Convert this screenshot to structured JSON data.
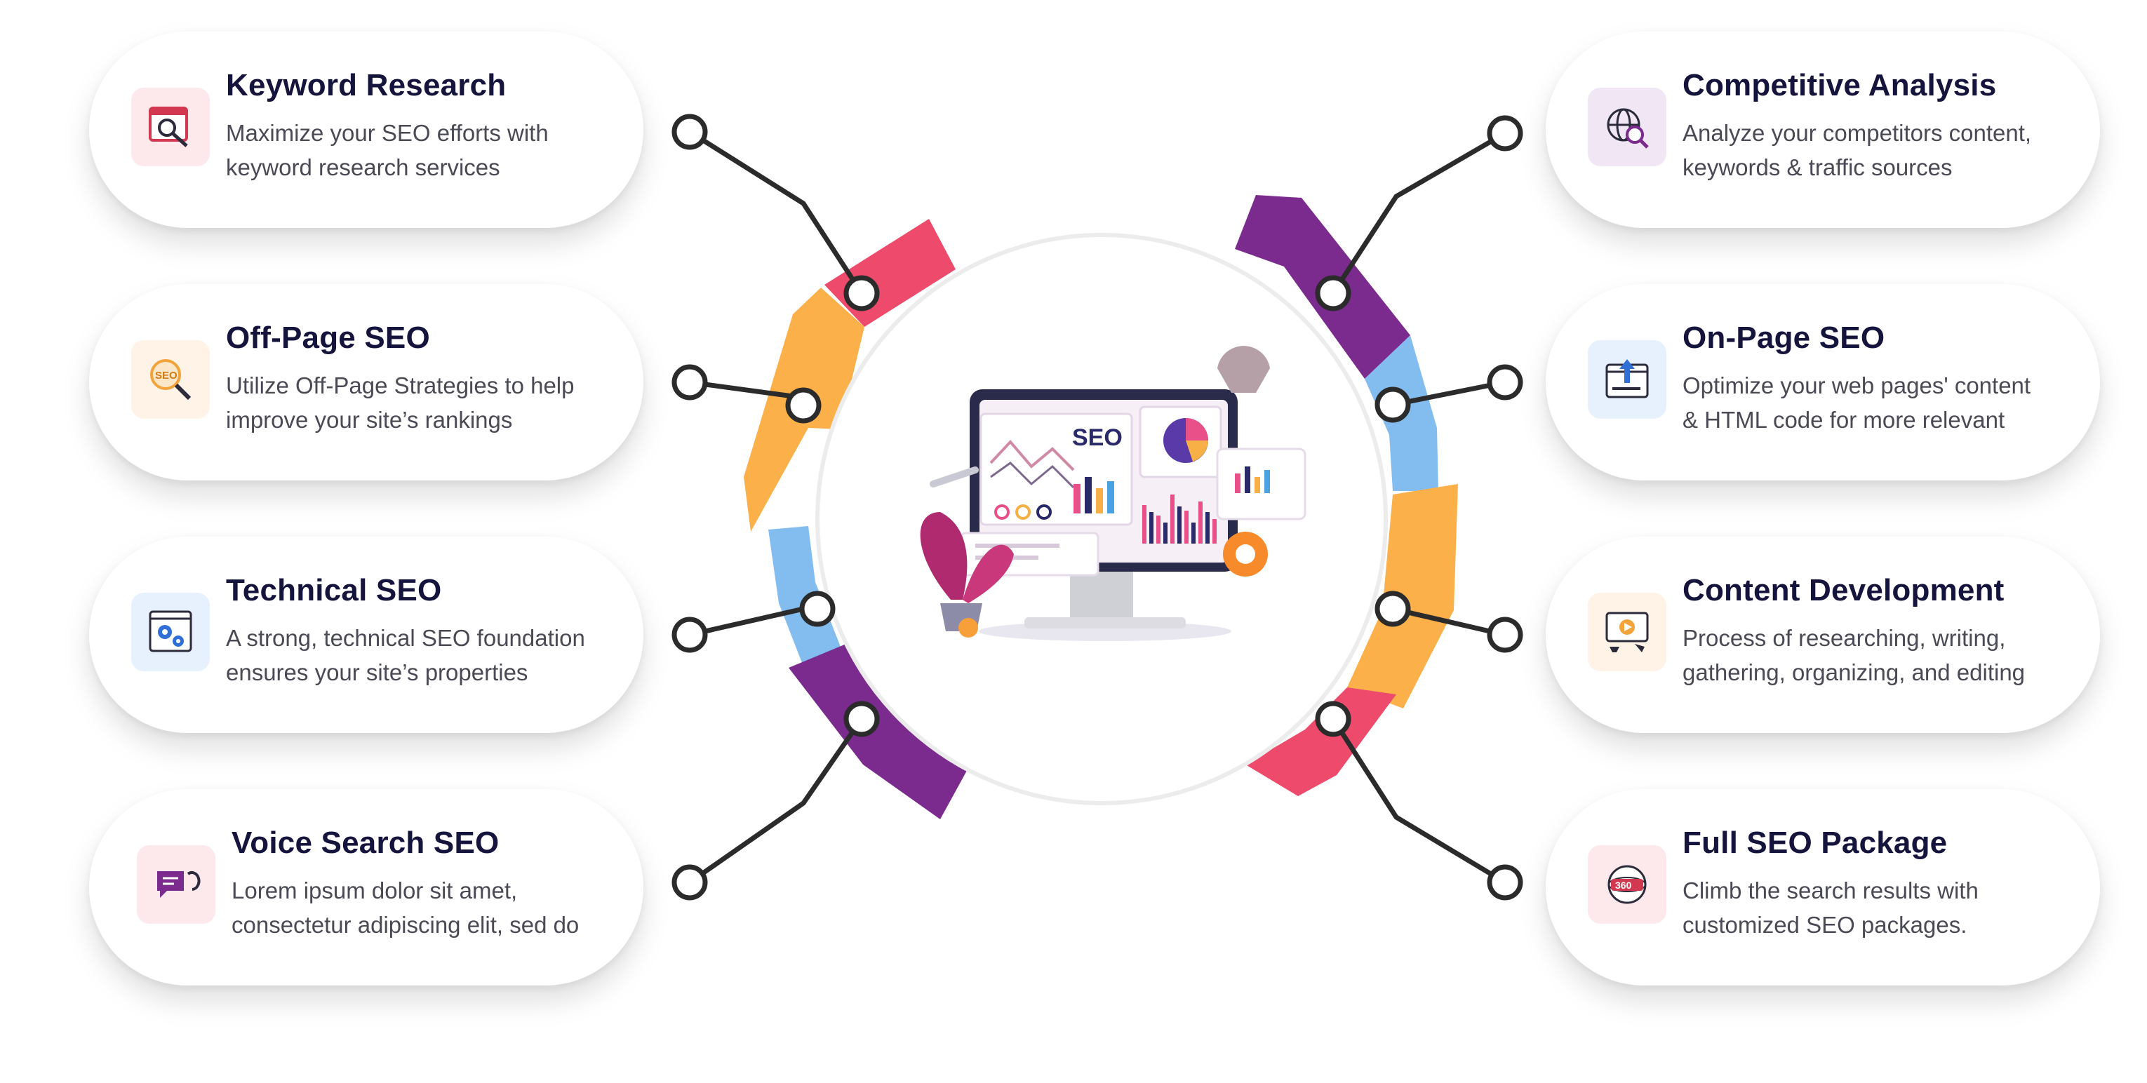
{
  "center": {
    "screen_label": "SEO"
  },
  "cards": [
    {
      "title": "Keyword Research",
      "lines": [
        "Maximize your SEO efforts with",
        "keyword research services"
      ],
      "icon": "keyword-research-icon"
    },
    {
      "title": "Off-Page SEO",
      "lines": [
        "Utilize Off-Page Strategies to help",
        "improve your site’s rankings"
      ],
      "icon": "seo-magnifier-icon"
    },
    {
      "title": "Technical SEO",
      "lines": [
        "A strong, technical SEO foundation",
        "ensures your site’s properties"
      ],
      "icon": "gears-window-icon"
    },
    {
      "title": "Voice Search SEO",
      "lines": [
        "Lorem ipsum dolor sit amet,",
        "consectetur adipiscing elit, sed do"
      ],
      "icon": "voice-chat-icon"
    },
    {
      "title": "Competitive Analysis",
      "lines": [
        "Analyze your competitors content,",
        "keywords & traffic sources"
      ],
      "icon": "globe-analysis-icon"
    },
    {
      "title": "On-Page SEO",
      "lines": [
        "Optimize your web pages' content",
        "& HTML code for more relevant"
      ],
      "icon": "page-upload-icon"
    },
    {
      "title": "Content Development",
      "lines": [
        "Process of researching, writing,",
        "gathering, organizing, and editing"
      ],
      "icon": "video-content-icon"
    },
    {
      "title": "Full SEO Package",
      "lines": [
        "Climb the search results with",
        "customized SEO packages."
      ],
      "icon": "360-package-icon"
    }
  ],
  "colors": {
    "title": "#14143c",
    "text": "#4a4a55",
    "pink": "#ee4a6c",
    "orange": "#fbb04a",
    "blue": "#83bdf0",
    "purple": "#7b2a8e",
    "connector": "#2b2b2b"
  }
}
